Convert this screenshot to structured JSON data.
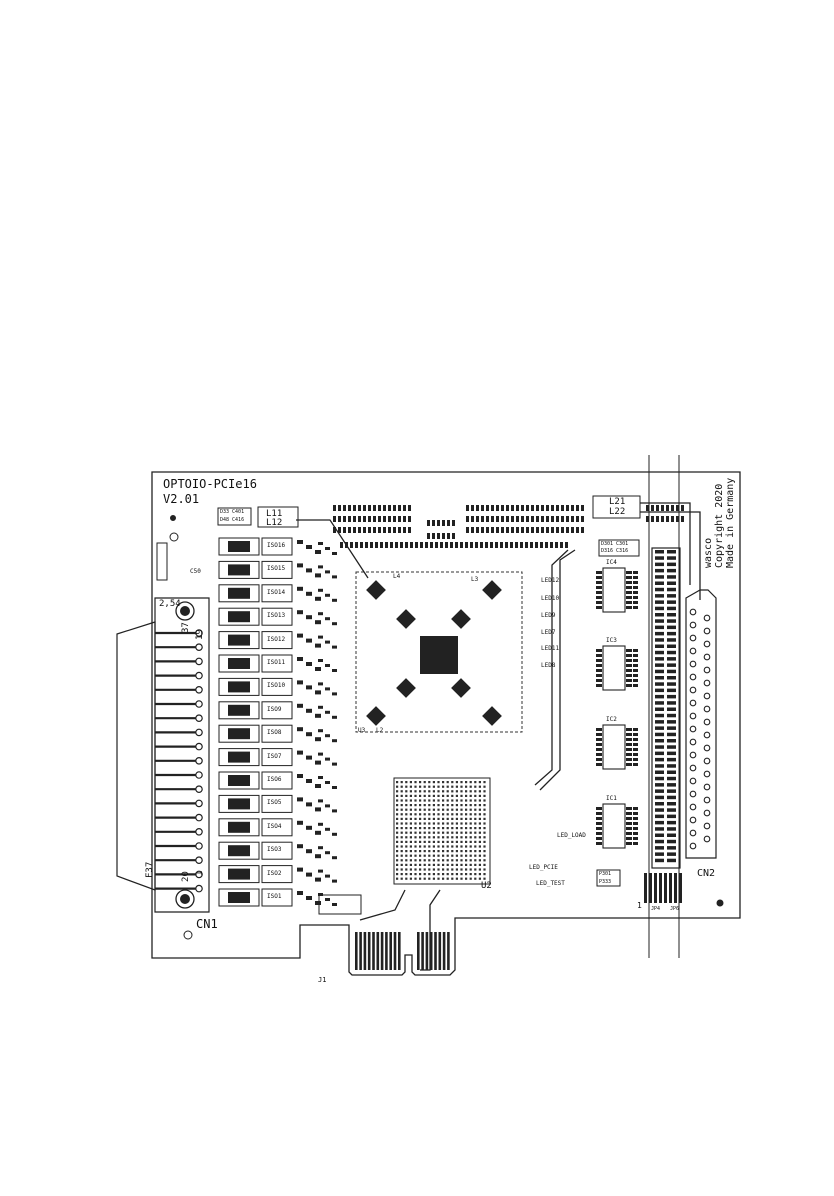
{
  "board": {
    "title": "OPTOIO-PCIe16",
    "version": "V2.01",
    "copyright": [
      "wasco",
      "Copyright 2020",
      "Made in Germany"
    ]
  },
  "connectors": {
    "cn1": "CN1",
    "cn2": "CN2",
    "cn1_pins": [
      "37",
      "19",
      "20",
      "1"
    ],
    "pitch": "2,54",
    "f37": "F37",
    "jp_labels": [
      "JP4",
      "JP6"
    ],
    "jp_pin1": "1"
  },
  "inductors": {
    "left": [
      "L11",
      "L12"
    ],
    "right": [
      "L21",
      "L22"
    ]
  },
  "isolators": [
    "ISO16",
    "ISO15",
    "ISO14",
    "ISO13",
    "ISO12",
    "ISO11",
    "ISO10",
    "ISO9",
    "ISO8",
    "ISO7",
    "ISO6",
    "ISO5",
    "ISO4",
    "ISO3",
    "ISO2",
    "ISO1"
  ],
  "ics": {
    "ic_labels": [
      "IC4",
      "IC3",
      "IC2",
      "IC1"
    ],
    "u2": "U2",
    "u3": "U3",
    "l2": "L2",
    "l3": "L3",
    "l4": "L4"
  },
  "leds": [
    "LED12",
    "LED10",
    "LED9",
    "LED7",
    "LED11",
    "LED8"
  ],
  "misc": {
    "pcie_label": "LED_PCIE",
    "test_label": "LED_TEST",
    "load_label": "LED_LOAD",
    "p301": "P301",
    "p333": "P333",
    "j1": "J1",
    "c50": "C50",
    "box_left": [
      "D33 C401",
      "D48 C416"
    ],
    "box_right": [
      "D301 C301",
      "D316 C316"
    ]
  }
}
